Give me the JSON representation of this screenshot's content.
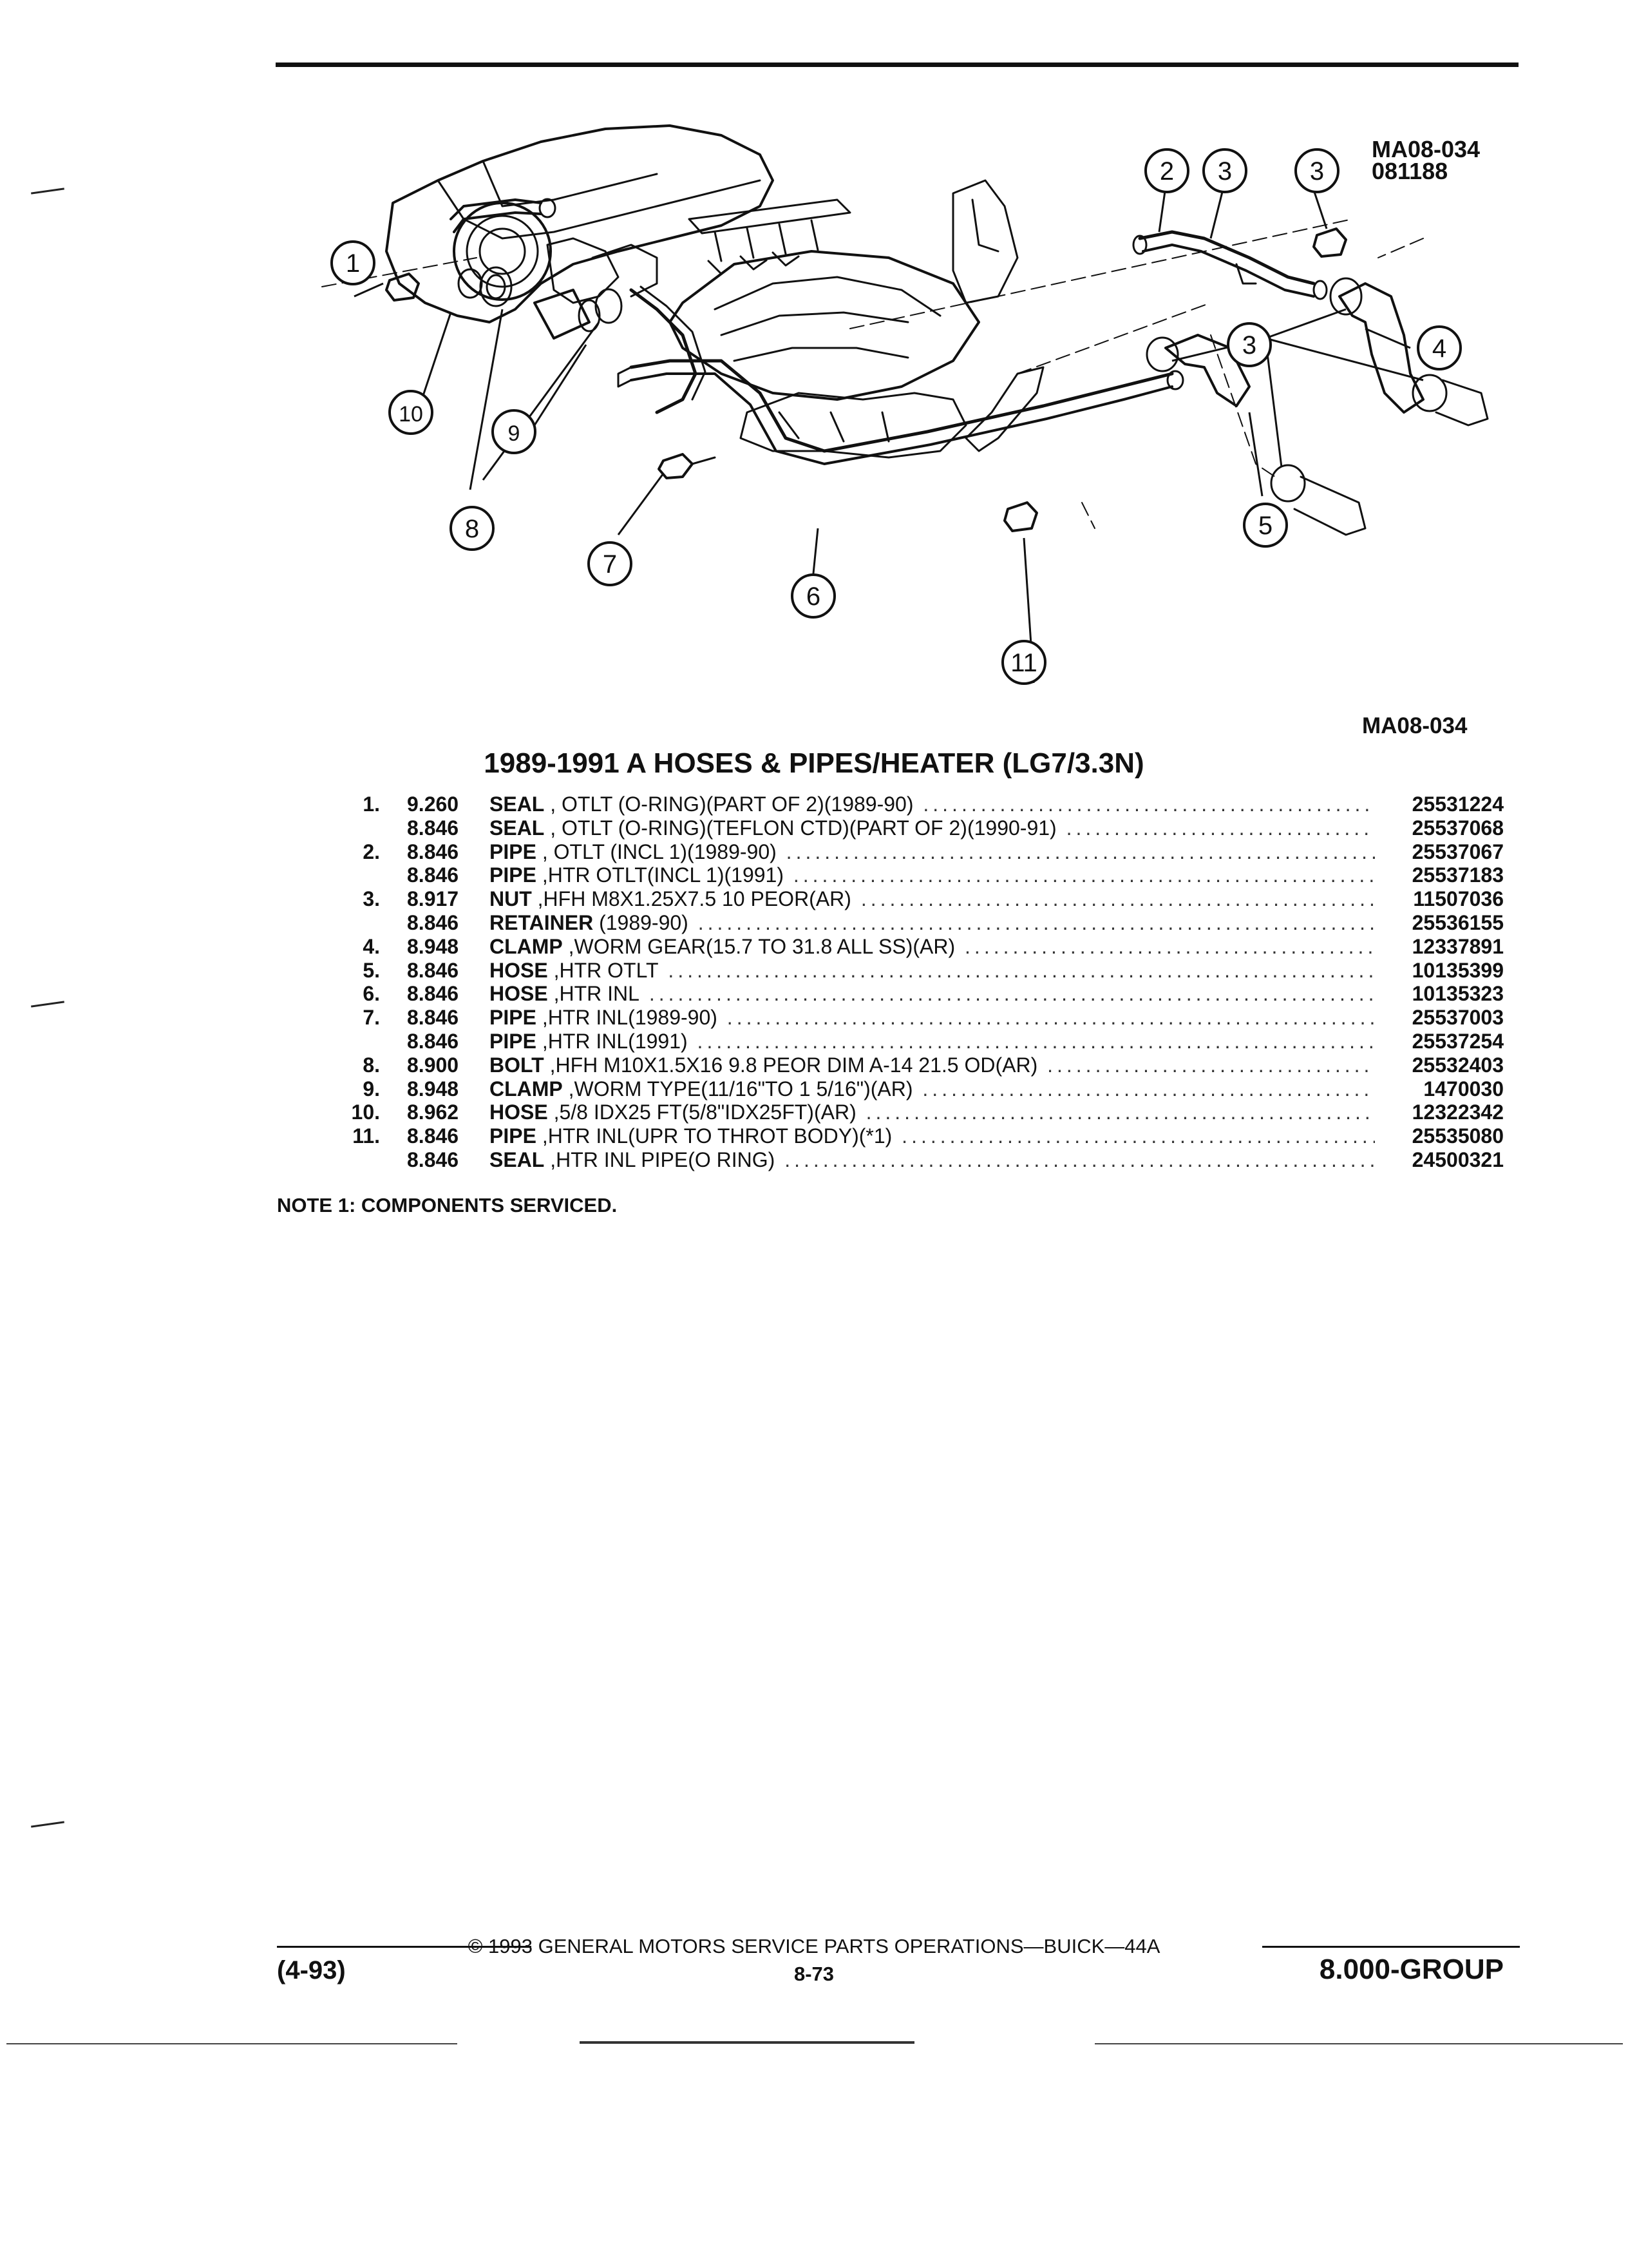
{
  "diagram": {
    "code_top": "MA08-034",
    "date_code": "081188",
    "code_bottom": "MA08-034",
    "callouts": [
      "1",
      "2",
      "3",
      "3",
      "3",
      "4",
      "5",
      "6",
      "7",
      "8",
      "9",
      "10",
      "11"
    ]
  },
  "section_title": "1989-1991 A HOSES & PIPES/HEATER (LG7/3.3N)",
  "parts": [
    {
      "index": "1.",
      "group": "9.260",
      "name": "SEAL",
      "desc": " , OTLT (O-RING)(PART OF 2)(1989-90)",
      "part_no": "25531224"
    },
    {
      "index": "",
      "group": "8.846",
      "name": "SEAL",
      "desc": " , OTLT (O-RING)(TEFLON CTD)(PART OF 2)(1990-91)",
      "part_no": "25537068"
    },
    {
      "index": "2.",
      "group": "8.846",
      "name": "PIPE",
      "desc": " , OTLT (INCL 1)(1989-90)",
      "part_no": "25537067"
    },
    {
      "index": "",
      "group": "8.846",
      "name": "PIPE",
      "desc": " ,HTR OTLT(INCL 1)(1991)",
      "part_no": "25537183"
    },
    {
      "index": "3.",
      "group": "8.917",
      "name": "NUT",
      "desc": " ,HFH M8X1.25X7.5 10 PEOR(AR)",
      "part_no": "11507036"
    },
    {
      "index": "",
      "group": "8.846",
      "name": "RETAINER",
      "desc": " (1989-90)",
      "part_no": "25536155"
    },
    {
      "index": "4.",
      "group": "8.948",
      "name": "CLAMP",
      "desc": " ,WORM GEAR(15.7 TO 31.8 ALL SS)(AR)",
      "part_no": "12337891"
    },
    {
      "index": "5.",
      "group": "8.846",
      "name": "HOSE",
      "desc": " ,HTR OTLT",
      "part_no": "10135399"
    },
    {
      "index": "6.",
      "group": "8.846",
      "name": "HOSE",
      "desc": " ,HTR INL",
      "part_no": "10135323"
    },
    {
      "index": "7.",
      "group": "8.846",
      "name": "PIPE",
      "desc": " ,HTR INL(1989-90)",
      "part_no": "25537003"
    },
    {
      "index": "",
      "group": "8.846",
      "name": "PIPE",
      "desc": " ,HTR INL(1991)",
      "part_no": "25537254"
    },
    {
      "index": "8.",
      "group": "8.900",
      "name": "BOLT",
      "desc": " ,HFH M10X1.5X16 9.8 PEOR DIM A-14 21.5 OD(AR)",
      "part_no": "25532403"
    },
    {
      "index": "9.",
      "group": "8.948",
      "name": "CLAMP",
      "desc": " ,WORM TYPE(11/16\"TO 1 5/16\")(AR)",
      "part_no": "1470030"
    },
    {
      "index": "10.",
      "group": "8.962",
      "name": "HOSE",
      "desc": " ,5/8 IDX25 FT(5/8\"IDX25FT)(AR)",
      "part_no": "12322342"
    },
    {
      "index": "11.",
      "group": "8.846",
      "name": "PIPE",
      "desc": " ,HTR INL(UPR TO THROT BODY)(*1)",
      "part_no": "25535080"
    },
    {
      "index": "",
      "group": "8.846",
      "name": "SEAL",
      "desc": " ,HTR INL PIPE(O RING)",
      "part_no": "24500321"
    }
  ],
  "note": "NOTE  1:  COMPONENTS SERVICED.",
  "footer": {
    "copyright": "©  1993  GENERAL MOTORS SERVICE PARTS OPERATIONS—BUICK—44A",
    "page": "8-73",
    "date": "(4-93)",
    "group": "8.000-GROUP"
  }
}
